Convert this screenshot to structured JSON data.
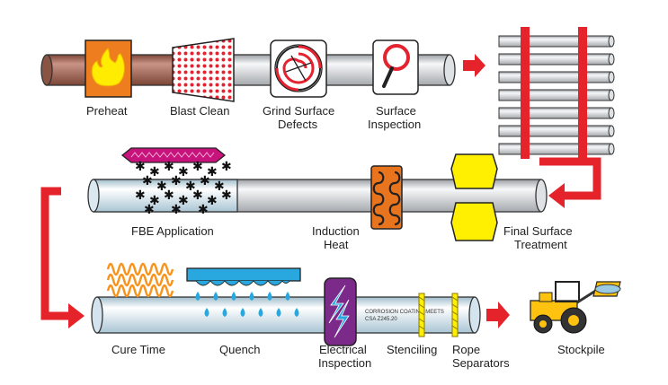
{
  "steps": {
    "preheat": "Preheat",
    "blast_clean": "Blast Clean",
    "grind_1": "Grind Surface",
    "grind_2": "Defects",
    "surface_1": "Surface",
    "surface_2": "Inspection",
    "fbe": "FBE Application",
    "induction_1": "Induction",
    "induction_2": "Heat",
    "final_1": "Final Surface",
    "final_2": "Treatment",
    "cure": "Cure Time",
    "quench": "Quench",
    "electrical_1": "Electrical",
    "electrical_2": "Inspection",
    "stenciling": "Stenciling",
    "rope_1": "Rope",
    "rope_2": "Separators",
    "stockpile": "Stockpile"
  },
  "stencil": {
    "line1": "CORROSION COATING MEETS",
    "line2": "CSA Z245.20"
  },
  "colors": {
    "arrow_red": "#e5232a",
    "bare_pipe": "#a66b5b",
    "pipe_grey": "#e2e4e6",
    "coated_pipe": "#d8eaf5",
    "fbe_magenta": "#c8137c",
    "quench_blue": "#29a8e0",
    "heat_orange": "#e8741e",
    "treatment_yellow": "#ffef00",
    "cure_orange": "#f7941d"
  },
  "icons": [
    "flame-icon",
    "blast-dots-icon",
    "grinding-wheel-icon",
    "magnifier-icon",
    "induction-coil-icon",
    "lightning-icon",
    "tractor-icon"
  ]
}
